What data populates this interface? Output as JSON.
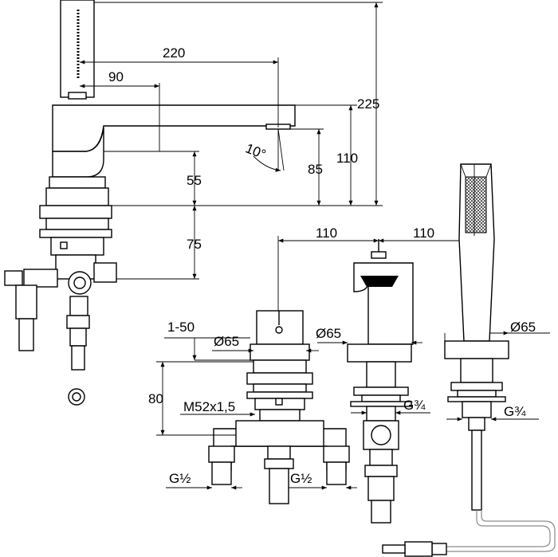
{
  "dimensions": {
    "d220": "220",
    "d90": "90",
    "d225": "225",
    "d110v": "110",
    "d85": "85",
    "d10": "10°",
    "d55": "55",
    "d75": "75",
    "d110a": "110",
    "d110b": "110",
    "d1_50": "1-50",
    "d65a": "Ø65",
    "d65b": "Ø65",
    "d65c": "Ø65",
    "d80": "80",
    "m52": "M52x1,5",
    "g34a": "G¾",
    "g34b": "G¾",
    "g12a": "G½",
    "g12b": "G½"
  },
  "colors": {
    "line": "#000000",
    "hose": "#8a8a8a",
    "background": "#ffffff"
  }
}
